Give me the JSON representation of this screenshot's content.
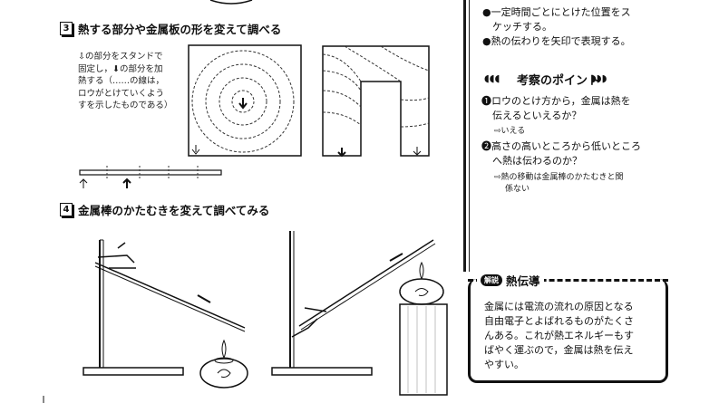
{
  "section3": {
    "num": "3",
    "title": "熱する部分や金属板の形を変えて調べる",
    "note_lines": [
      "⇩の部分をスタンドで",
      "固定し，⬇の部分を加",
      "熱する（……の線は，",
      "ロウがとけていくよう",
      "すを示したものである）"
    ]
  },
  "section4": {
    "num": "4",
    "title": "金属棒のかたむきを変えて調べてみる"
  },
  "right": {
    "bullets": [
      "一定時間ごとにとけた位置をス",
      "ケッチする。",
      "熱の伝わりを矢印で表現する。"
    ],
    "kosatsu_title": "考察のポイント",
    "q1_lines": [
      "ロウのとけ方から，金属は熱を",
      "伝えるといえるか？"
    ],
    "q1_answer": "⇨いえる",
    "q2_lines": [
      "高さの高いところから低いところ",
      "へ熱は伝わるのか？"
    ],
    "q2_answer_lines": [
      "⇨熱の移動は金属棒のかたむきと関",
      "係ない"
    ]
  },
  "box": {
    "pill": "解説",
    "title": "熱伝導",
    "lines": [
      "金属には電流の流れの原因となる",
      "自由電子とよばれるものがたくさ",
      "んある。これが熱エネルギーもす",
      "ばやく運ぶので，金属は熱を伝え",
      "やすい。"
    ]
  }
}
